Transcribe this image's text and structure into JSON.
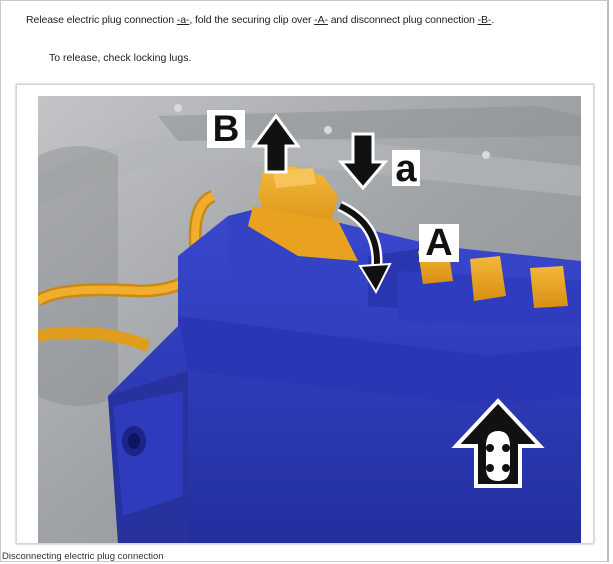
{
  "instruction": {
    "part1": "Release electric plug connection ",
    "ref_a": "-a-",
    "part2": ", fold the securing clip over ",
    "ref_A": "-A-",
    "part3": " and disconnect plug connection ",
    "ref_B": "-B-",
    "part4": "."
  },
  "note": "To release, check locking lugs.",
  "figure": {
    "callouts": {
      "B": "B",
      "a": "a",
      "A": "A"
    },
    "icons": [
      "arrow-up-icon",
      "arrow-down-icon",
      "curved-arrow-icon",
      "vehicle-direction-arrow-icon"
    ],
    "colors": {
      "housing": "#2f3cbd",
      "connector": "#e6a21c",
      "background": "#a9acaf"
    }
  },
  "caption": "Disconnecting electric plug connection"
}
